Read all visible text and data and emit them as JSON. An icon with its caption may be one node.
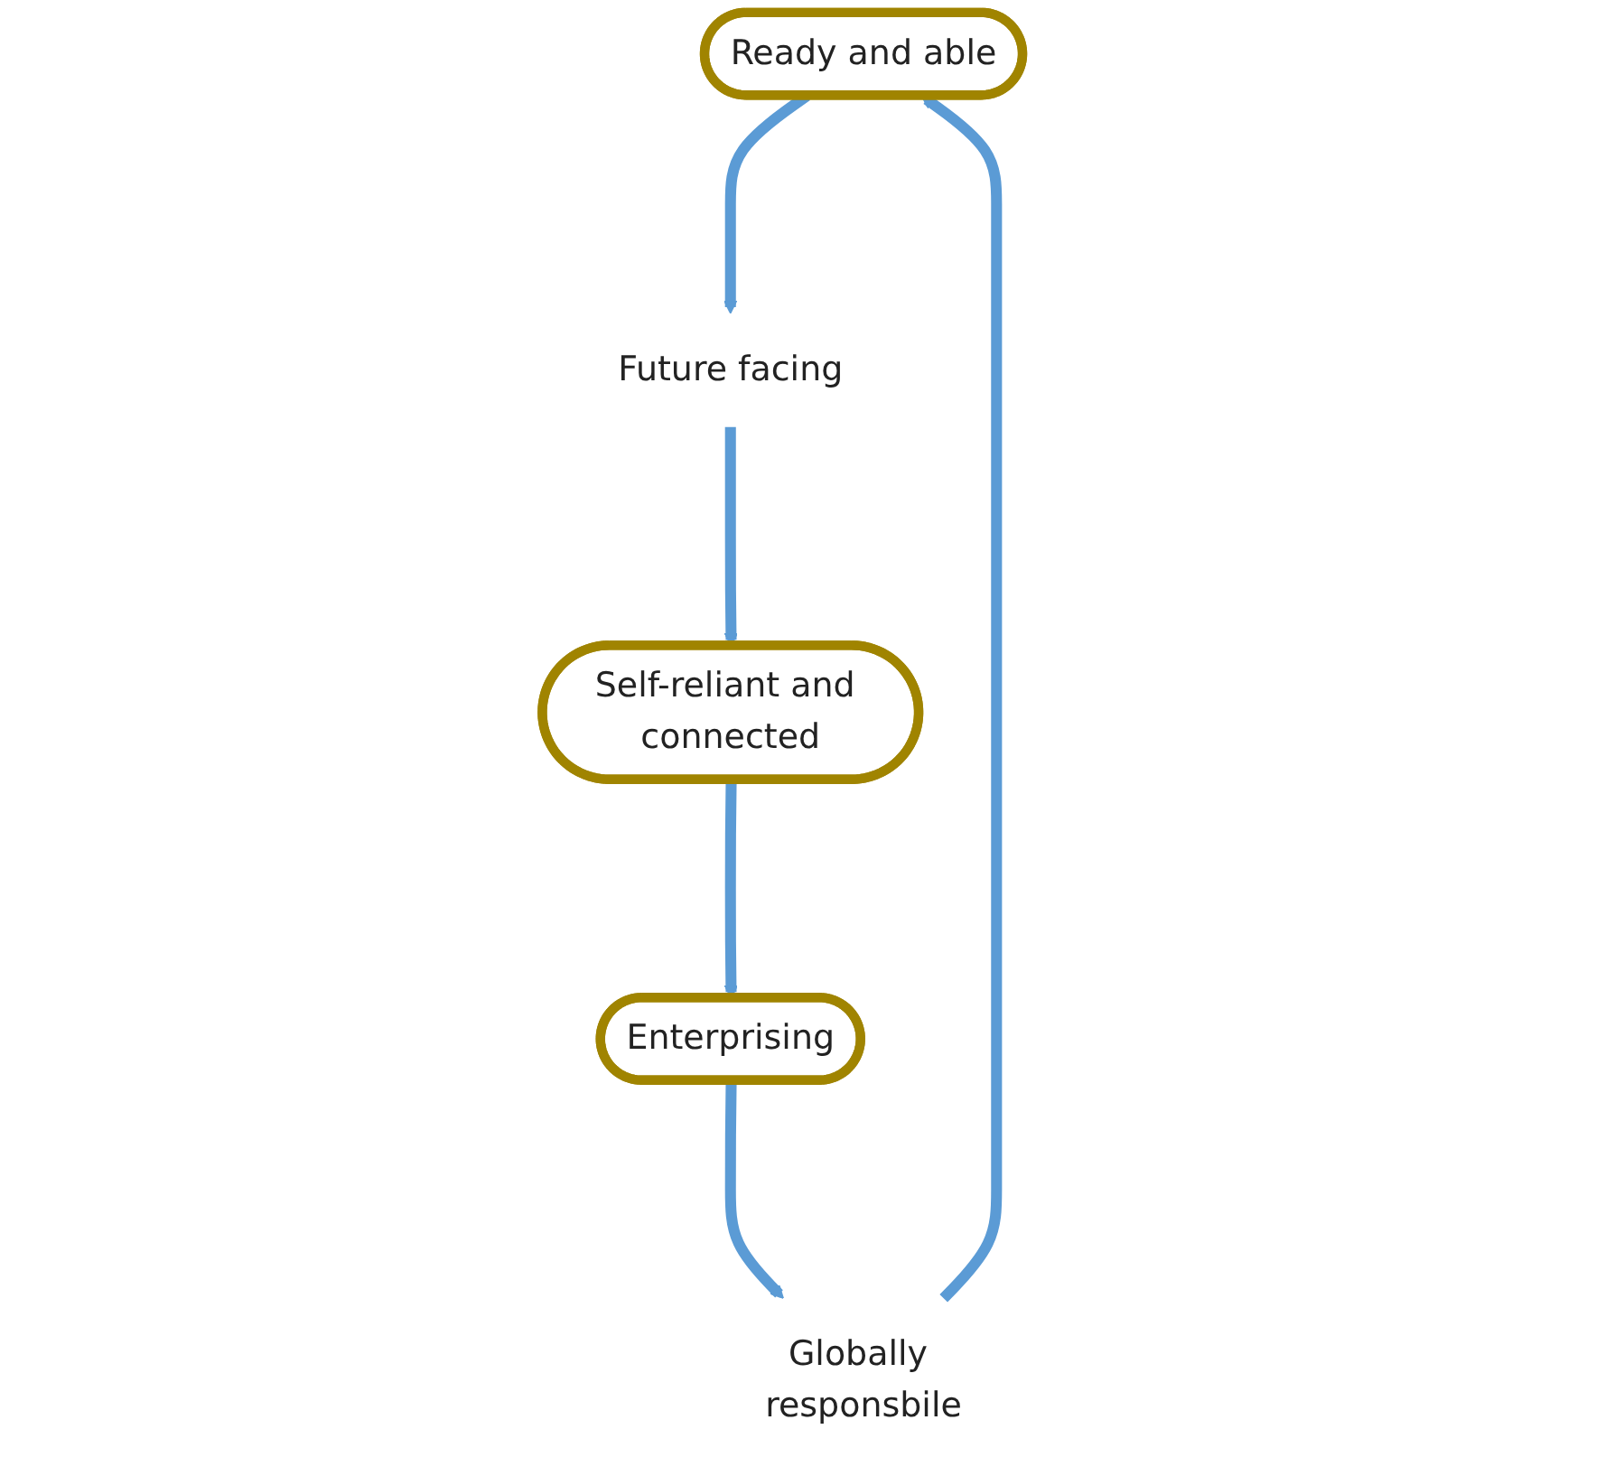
{
  "diagram": {
    "nodes": [
      {
        "text": [
          "Ready and able"
        ]
      },
      {
        "text": [
          "Future facing"
        ]
      },
      {
        "text": [
          "Self-reliant and connected"
        ]
      },
      {
        "text": [
          "Enterprising"
        ]
      },
      {
        "text": [
          "Globally responsbile"
        ]
      }
    ],
    "edges": [
      {
        "from": 0,
        "to": 1,
        "arrow": "to"
      },
      {
        "from": 1,
        "to": 2,
        "arrow": "to"
      },
      {
        "from": 2,
        "to": 3,
        "arrow": "to"
      },
      {
        "from": 3,
        "to": 4,
        "arrow": "to"
      },
      {
        "from": 4,
        "to": 0,
        "arrow": "to"
      }
    ]
  }
}
